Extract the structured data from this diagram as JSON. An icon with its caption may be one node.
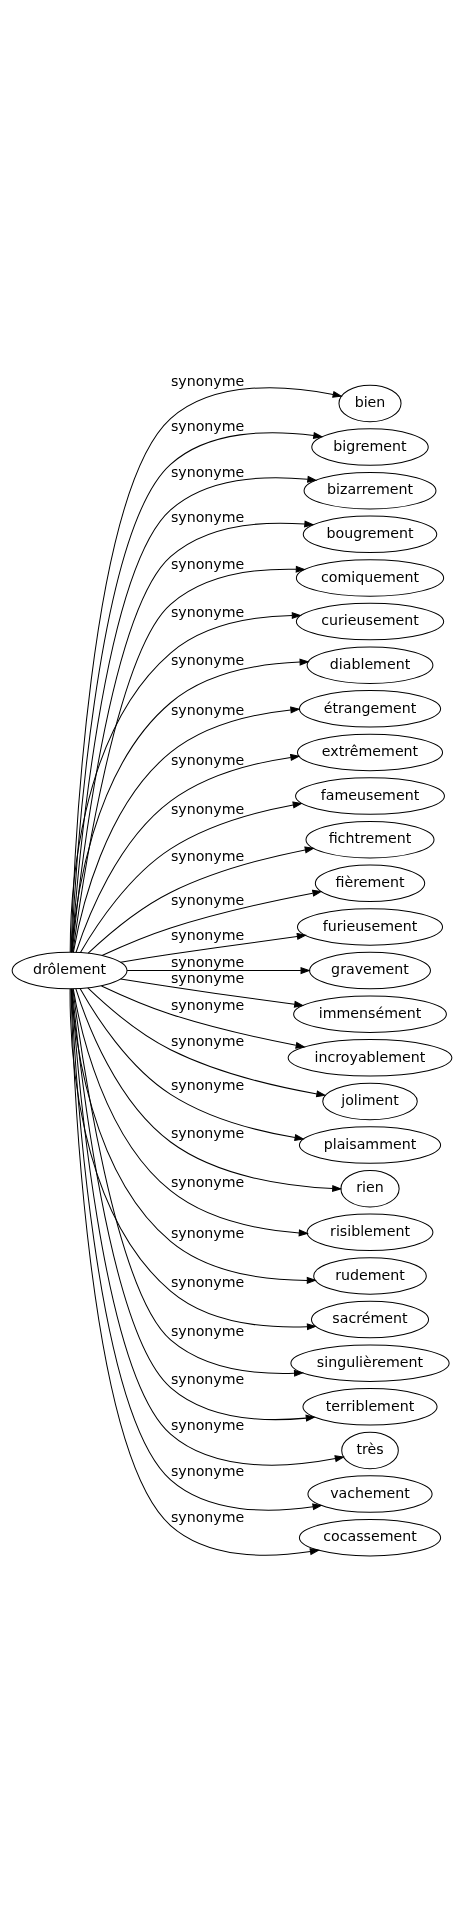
{
  "diagram": {
    "nodes": [
      {
        "text": [
          "drôlement"
        ]
      },
      {
        "text": [
          "bien"
        ]
      },
      {
        "text": [
          "bigrement"
        ]
      },
      {
        "text": [
          "bizarrement"
        ]
      },
      {
        "text": [
          "bougrement"
        ]
      },
      {
        "text": [
          "comiquement"
        ]
      },
      {
        "text": [
          "curieusement"
        ]
      },
      {
        "text": [
          "diablement"
        ]
      },
      {
        "text": [
          "étrangement"
        ]
      },
      {
        "text": [
          "extrêmement"
        ]
      },
      {
        "text": [
          "fameusement"
        ]
      },
      {
        "text": [
          "fichtrement"
        ]
      },
      {
        "text": [
          "fièrement"
        ]
      },
      {
        "text": [
          "furieusement"
        ]
      },
      {
        "text": [
          "gravement"
        ]
      },
      {
        "text": [
          "immensément"
        ]
      },
      {
        "text": [
          "incroyablement"
        ]
      },
      {
        "text": [
          "joliment"
        ]
      },
      {
        "text": [
          "plaisamment"
        ]
      },
      {
        "text": [
          "rien"
        ]
      },
      {
        "text": [
          "risiblement"
        ]
      },
      {
        "text": [
          "rudement"
        ]
      },
      {
        "text": [
          "sacrément"
        ]
      },
      {
        "text": [
          "singulièrement"
        ]
      },
      {
        "text": [
          "terriblement"
        ]
      },
      {
        "text": [
          "très"
        ]
      },
      {
        "text": [
          "vachement"
        ]
      },
      {
        "text": [
          "cocassement"
        ]
      }
    ],
    "edges": [
      {
        "from": 0,
        "to": 1,
        "arrow": "to",
        "label": "synonyme"
      },
      {
        "from": 0,
        "to": 2,
        "arrow": "to",
        "label": "synonyme"
      },
      {
        "from": 0,
        "to": 3,
        "arrow": "to",
        "label": "synonyme"
      },
      {
        "from": 0,
        "to": 4,
        "arrow": "to",
        "label": "synonyme"
      },
      {
        "from": 0,
        "to": 5,
        "arrow": "to",
        "label": "synonyme"
      },
      {
        "from": 0,
        "to": 6,
        "arrow": "to",
        "label": "synonyme"
      },
      {
        "from": 0,
        "to": 7,
        "arrow": "to",
        "label": "synonyme"
      },
      {
        "from": 0,
        "to": 8,
        "arrow": "to",
        "label": "synonyme"
      },
      {
        "from": 0,
        "to": 9,
        "arrow": "to",
        "label": "synonyme"
      },
      {
        "from": 0,
        "to": 10,
        "arrow": "to",
        "label": "synonyme"
      },
      {
        "from": 0,
        "to": 11,
        "arrow": "to",
        "label": "synonyme"
      },
      {
        "from": 0,
        "to": 12,
        "arrow": "to",
        "label": "synonyme"
      },
      {
        "from": 0,
        "to": 13,
        "arrow": "to",
        "label": "synonyme"
      },
      {
        "from": 0,
        "to": 14,
        "arrow": "to",
        "label": "synonyme"
      },
      {
        "from": 0,
        "to": 15,
        "arrow": "to",
        "label": "synonyme"
      },
      {
        "from": 0,
        "to": 16,
        "arrow": "to",
        "label": "synonyme"
      },
      {
        "from": 0,
        "to": 17,
        "arrow": "to",
        "label": "synonyme"
      },
      {
        "from": 0,
        "to": 18,
        "arrow": "to",
        "label": "synonyme"
      },
      {
        "from": 0,
        "to": 19,
        "arrow": "to",
        "label": "synonyme"
      },
      {
        "from": 0,
        "to": 20,
        "arrow": "to",
        "label": "synonyme"
      },
      {
        "from": 0,
        "to": 21,
        "arrow": "to",
        "label": "synonyme"
      },
      {
        "from": 0,
        "to": 22,
        "arrow": "to",
        "label": "synonyme"
      },
      {
        "from": 0,
        "to": 23,
        "arrow": "to",
        "label": "synonyme"
      },
      {
        "from": 0,
        "to": 24,
        "arrow": "to",
        "label": "synonyme"
      },
      {
        "from": 0,
        "to": 25,
        "arrow": "to",
        "label": "synonyme"
      },
      {
        "from": 0,
        "to": 26,
        "arrow": "to",
        "label": "synonyme"
      },
      {
        "from": 0,
        "to": 27,
        "arrow": "to",
        "label": "synonyme"
      }
    ]
  }
}
